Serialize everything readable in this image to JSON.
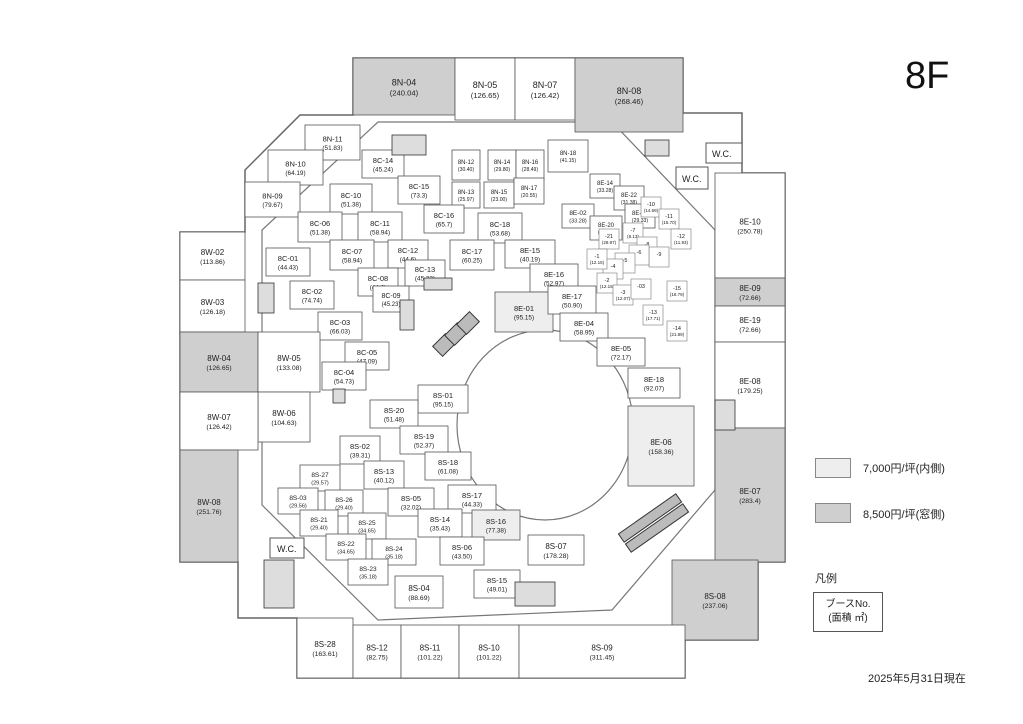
{
  "floor": "8F",
  "date_note": "2025年5月31日現在",
  "colors": {
    "inner": "#eeeeee",
    "window": "#cfcfcf",
    "plain": "#ffffff",
    "line": "#555555"
  },
  "legend": {
    "inner_label": "7,000円/坪(内側)",
    "window_label": "8,500円/坪(窓側)",
    "key_title": "凡例",
    "key_line1": "ブースNo.",
    "key_line2": "(面積 ㎡)"
  },
  "facilities": {
    "wc": "W.C."
  },
  "booths": [
    {
      "id": "8N-04",
      "area": "(240.04)",
      "tier": "window"
    },
    {
      "id": "8N-05",
      "area": "(126.65)",
      "tier": "plain"
    },
    {
      "id": "8N-07",
      "area": "(126.42)",
      "tier": "plain"
    },
    {
      "id": "8N-08",
      "area": "(268.46)",
      "tier": "window"
    },
    {
      "id": "8N-11",
      "area": "(51.83)",
      "tier": "plain"
    },
    {
      "id": "8N-10",
      "area": "(64.19)",
      "tier": "plain"
    },
    {
      "id": "8N-09",
      "area": "(79.67)",
      "tier": "plain"
    },
    {
      "id": "8N-12",
      "area": "(30.40)",
      "tier": "plain"
    },
    {
      "id": "8N-14",
      "area": "(29.80)",
      "tier": "plain"
    },
    {
      "id": "8N-16",
      "area": "(28.49)",
      "tier": "plain"
    },
    {
      "id": "8N-18",
      "area": "(41.15)",
      "tier": "plain"
    },
    {
      "id": "8N-13",
      "area": "(25.97)",
      "tier": "plain"
    },
    {
      "id": "8N-15",
      "area": "(23.00)",
      "tier": "plain"
    },
    {
      "id": "8N-17",
      "area": "(20.55)",
      "tier": "plain"
    },
    {
      "id": "8C-14",
      "area": "(45.24)",
      "tier": "plain"
    },
    {
      "id": "8C-15",
      "area": "(73.3)",
      "tier": "plain"
    },
    {
      "id": "8C-10",
      "area": "(51.38)",
      "tier": "plain"
    },
    {
      "id": "8C-16",
      "area": "(65.7)",
      "tier": "plain"
    },
    {
      "id": "8C-06",
      "area": "(51.38)",
      "tier": "plain"
    },
    {
      "id": "8C-11",
      "area": "(58.94)",
      "tier": "plain"
    },
    {
      "id": "8C-18",
      "area": "(53.68)",
      "tier": "plain"
    },
    {
      "id": "8C-07",
      "area": "(58.94)",
      "tier": "plain"
    },
    {
      "id": "8C-12",
      "area": "(44.6)",
      "tier": "plain"
    },
    {
      "id": "8C-17",
      "area": "(60.25)",
      "tier": "plain"
    },
    {
      "id": "8C-01",
      "area": "(44.43)",
      "tier": "plain"
    },
    {
      "id": "8C-13",
      "area": "(45.23)",
      "tier": "plain"
    },
    {
      "id": "8C-08",
      "area": "(44.6)",
      "tier": "plain"
    },
    {
      "id": "8C-02",
      "area": "(74.74)",
      "tier": "plain"
    },
    {
      "id": "8C-09",
      "area": "(45.23)",
      "tier": "plain"
    },
    {
      "id": "8C-03",
      "area": "(66.03)",
      "tier": "plain"
    },
    {
      "id": "8C-05",
      "area": "(47.09)",
      "tier": "plain"
    },
    {
      "id": "8C-04",
      "area": "(54.73)",
      "tier": "plain"
    },
    {
      "id": "8W-02",
      "area": "(113.86)",
      "tier": "plain"
    },
    {
      "id": "8W-03",
      "area": "(126.18)",
      "tier": "plain"
    },
    {
      "id": "8W-04",
      "area": "(126.65)",
      "tier": "window"
    },
    {
      "id": "8W-05",
      "area": "(133.08)",
      "tier": "plain"
    },
    {
      "id": "8W-06",
      "area": "(104.63)",
      "tier": "plain"
    },
    {
      "id": "8W-07",
      "area": "(126.42)",
      "tier": "plain"
    },
    {
      "id": "8W-08",
      "area": "(251.76)",
      "tier": "window"
    },
    {
      "id": "8E-14",
      "area": "(33.28)",
      "tier": "plain"
    },
    {
      "id": "8E-22",
      "area": "(31.38)",
      "tier": "plain"
    },
    {
      "id": "8E-02",
      "area": "(33.28)",
      "tier": "plain"
    },
    {
      "id": "8E-23",
      "area": "(29.33)",
      "tier": "plain"
    },
    {
      "id": "8E-20",
      "area": "(31.73)",
      "tier": "plain"
    },
    {
      "id": "8E-15",
      "area": "(40.19)",
      "tier": "plain"
    },
    {
      "id": "8E-16",
      "area": "(52.97)",
      "tier": "plain"
    },
    {
      "id": "8E-01",
      "area": "(95.15)",
      "tier": "inner"
    },
    {
      "id": "8E-17",
      "area": "(50.90)",
      "tier": "plain"
    },
    {
      "id": "8E-04",
      "area": "(58.95)",
      "tier": "plain"
    },
    {
      "id": "8E-05",
      "area": "(72.17)",
      "tier": "plain"
    },
    {
      "id": "8E-18",
      "area": "(92.07)",
      "tier": "plain"
    },
    {
      "id": "8E-06",
      "area": "(158.36)",
      "tier": "inner"
    },
    {
      "id": "8E-10",
      "area": "(250.78)",
      "tier": "plain"
    },
    {
      "id": "8E-09",
      "area": "(72.66)",
      "tier": "window"
    },
    {
      "id": "8E-19",
      "area": "(72.66)",
      "tier": "plain"
    },
    {
      "id": "8E-08",
      "area": "(179.25)",
      "tier": "plain"
    },
    {
      "id": "8E-07",
      "area": "(283.4)",
      "tier": "window"
    },
    {
      "id": "8S-01",
      "area": "(95.15)",
      "tier": "plain"
    },
    {
      "id": "8S-20",
      "area": "(51.48)",
      "tier": "plain"
    },
    {
      "id": "8S-19",
      "area": "(52.37)",
      "tier": "plain"
    },
    {
      "id": "8S-02",
      "area": "(39.31)",
      "tier": "plain"
    },
    {
      "id": "8S-18",
      "area": "(61.08)",
      "tier": "plain"
    },
    {
      "id": "8S-13",
      "area": "(40.12)",
      "tier": "plain"
    },
    {
      "id": "8S-27",
      "area": "(29.57)",
      "tier": "plain"
    },
    {
      "id": "8S-03",
      "area": "(29.56)",
      "tier": "plain"
    },
    {
      "id": "8S-26",
      "area": "(29.40)",
      "tier": "plain"
    },
    {
      "id": "8S-05",
      "area": "(32.02)",
      "tier": "plain"
    },
    {
      "id": "8S-17",
      "area": "(44.33)",
      "tier": "plain"
    },
    {
      "id": "8S-21",
      "area": "(29.40)",
      "tier": "plain"
    },
    {
      "id": "8S-25",
      "area": "(34.65)",
      "tier": "plain"
    },
    {
      "id": "8S-14",
      "area": "(35.43)",
      "tier": "plain"
    },
    {
      "id": "8S-16",
      "area": "(77.38)",
      "tier": "inner"
    },
    {
      "id": "8S-22",
      "area": "(34.65)",
      "tier": "plain"
    },
    {
      "id": "8S-24",
      "area": "(35.18)",
      "tier": "plain"
    },
    {
      "id": "8S-06",
      "area": "(43.50)",
      "tier": "plain"
    },
    {
      "id": "8S-07",
      "area": "(178.28)",
      "tier": "plain"
    },
    {
      "id": "8S-23",
      "area": "(35.18)",
      "tier": "plain"
    },
    {
      "id": "8S-15",
      "area": "(49.01)",
      "tier": "plain"
    },
    {
      "id": "8S-04",
      "area": "(88.69)",
      "tier": "plain"
    },
    {
      "id": "8S-08",
      "area": "(237.06)",
      "tier": "window"
    },
    {
      "id": "8S-28",
      "area": "(163.61)",
      "tier": "plain"
    },
    {
      "id": "8S-12",
      "area": "(82.75)",
      "tier": "plain"
    },
    {
      "id": "8S-11",
      "area": "(101.22)",
      "tier": "plain"
    },
    {
      "id": "8S-10",
      "area": "(101.22)",
      "tier": "plain"
    },
    {
      "id": "8S-09",
      "area": "(311.45)",
      "tier": "plain"
    }
  ],
  "small_booths": [
    {
      "label": "-10",
      "sub": "(14.69)"
    },
    {
      "label": "-11",
      "sub": "(15.70)"
    },
    {
      "label": "-12",
      "sub": "(11.93)"
    },
    {
      "label": "-21",
      "sub": "(28.97)"
    },
    {
      "label": "-7",
      "sub": "(8.13)"
    },
    {
      "label": "-8",
      "sub": ""
    },
    {
      "label": "-9",
      "sub": ""
    },
    {
      "label": "-6",
      "sub": ""
    },
    {
      "label": "-5",
      "sub": ""
    },
    {
      "label": "-4",
      "sub": ""
    },
    {
      "label": "-1",
      "sub": "(12.15)"
    },
    {
      "label": "-2",
      "sub": "(12.15)"
    },
    {
      "label": "-3",
      "sub": "(12.07)"
    },
    {
      "label": "-03",
      "sub": ""
    },
    {
      "label": "-15",
      "sub": "(18.79)"
    },
    {
      "label": "-13",
      "sub": "(17.71)"
    },
    {
      "label": "-14",
      "sub": "(21.89)"
    }
  ]
}
